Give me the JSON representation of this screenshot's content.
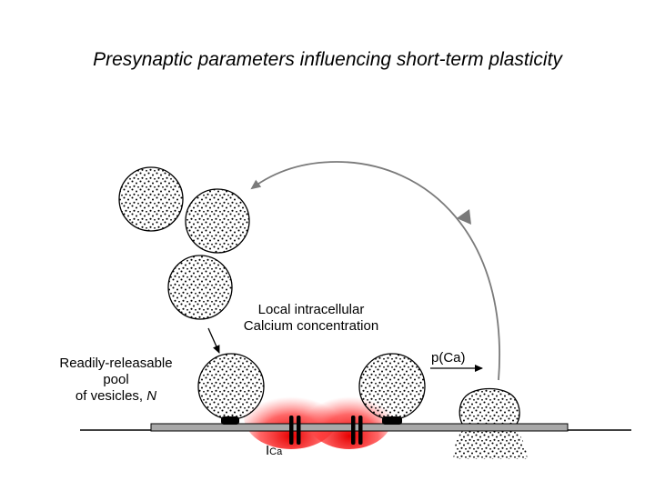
{
  "title": "Presynaptic parameters influencing short-term plasticity",
  "labels": {
    "calcium_line1": "Local intracellular",
    "calcium_line2": "Calcium concentration",
    "pool_line1": "Readily-releasable",
    "pool_line2": "pool",
    "pool_line3_prefix": "of vesicles, ",
    "pool_line3_var": "N",
    "release_prob": "p(Ca)",
    "current_symbol": "I",
    "current_subscript": "Ca"
  },
  "colors": {
    "calcium_gradient": "#e60000",
    "membrane_fill": "#a8a8a8",
    "arrow_gray": "#7a7a7a"
  }
}
